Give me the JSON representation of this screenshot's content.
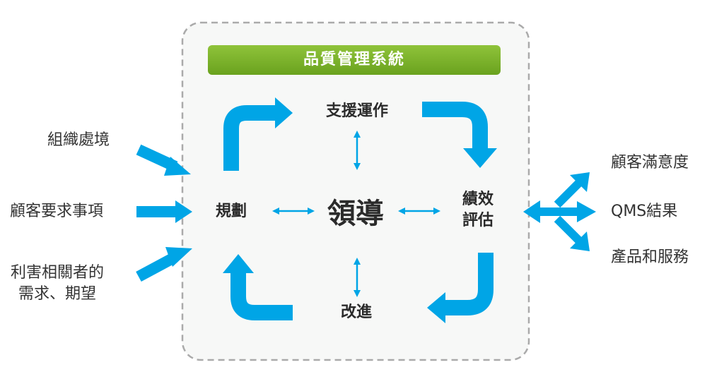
{
  "diagram": {
    "title": "品質管理系統",
    "core": "領導",
    "nodes": {
      "support": "支援運作",
      "planning": "規劃",
      "evaluation_line1": "績效",
      "evaluation_line2": "評估",
      "improvement": "改進"
    },
    "inputs": {
      "context": "組織處境",
      "customer_requirements": "顧客要求事項",
      "stakeholders_line1": "利害相關者的",
      "stakeholders_line2": "需求、期望"
    },
    "outputs": {
      "satisfaction": "顧客滿意度",
      "qms_results": "QMS結果",
      "products_services": "產品和服務"
    },
    "colors": {
      "arrow": "#00a5e6",
      "title_bg": "#7ab22a",
      "box_border": "#aaaaaa",
      "box_bg": "#f7f8f7"
    }
  }
}
